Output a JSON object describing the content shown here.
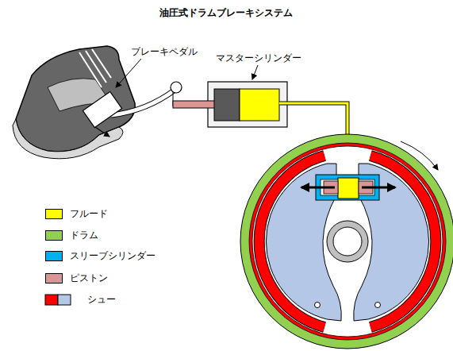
{
  "diagram": {
    "title": "油圧式ドラムブレーキシステム",
    "labels": [
      "ブレーキペダル",
      "マスターシリンダー"
    ],
    "legend": [
      {
        "text": "フルード",
        "color": "#ffff00"
      },
      {
        "text": "ドラム",
        "color": "#92d050"
      },
      {
        "text": "スリーブシリンダー",
        "color": "#00b0f0"
      },
      {
        "text": "ピストン",
        "color": "#d99694"
      },
      {
        "text": "シュー"
      }
    ]
  }
}
